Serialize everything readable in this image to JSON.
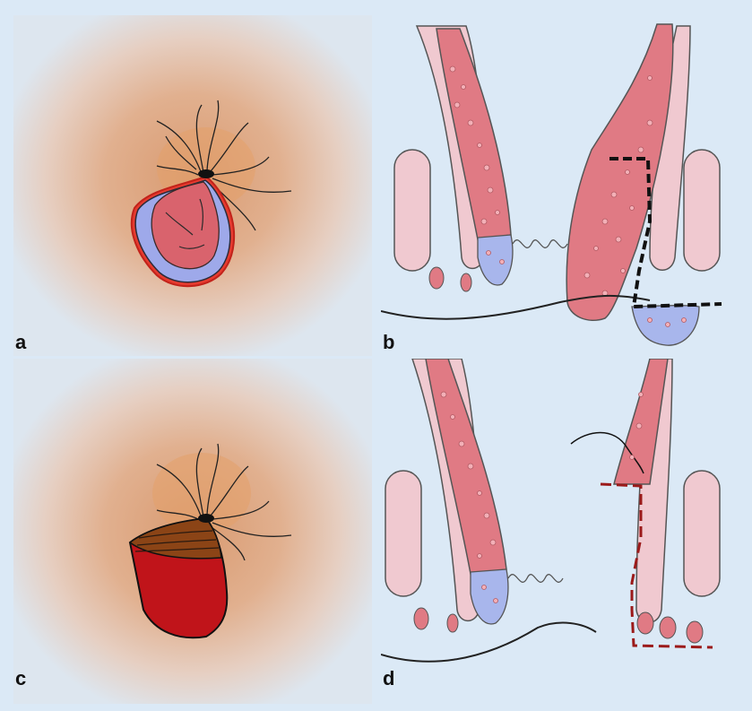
{
  "figure": {
    "panels": [
      {
        "id": "a",
        "label": "a"
      },
      {
        "id": "b",
        "label": "b"
      },
      {
        "id": "c",
        "label": "c"
      },
      {
        "id": "d",
        "label": "d"
      }
    ]
  },
  "colors": {
    "background": "#dbe9f6",
    "skin_glow": "#dca27c",
    "tissue_red": "#e07a84",
    "tissue_pink": "#f0c9d0",
    "mucosa_blue": "#a8b6ec",
    "clot_dark": "#8a1010",
    "cut_line_black": "#111111",
    "cut_line_red": "#9b1a1a"
  }
}
